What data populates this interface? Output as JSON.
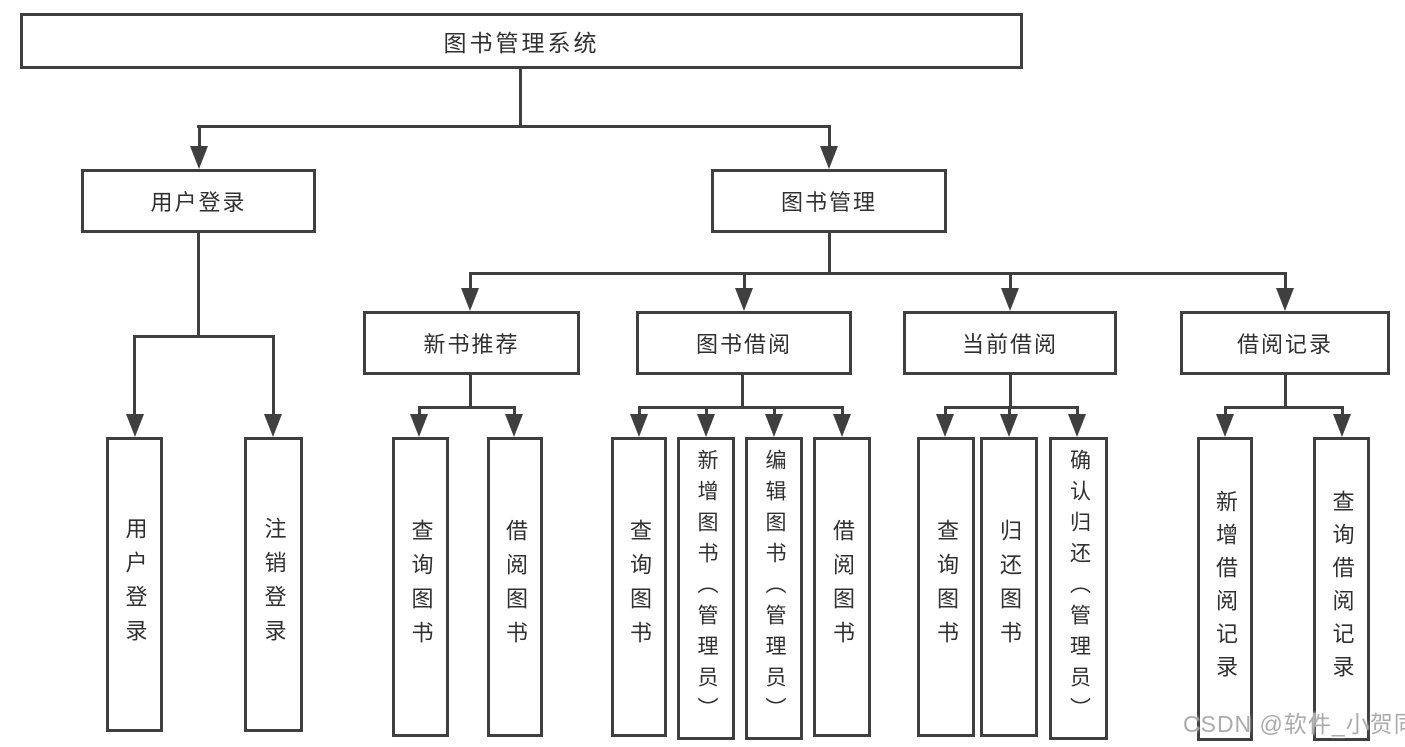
{
  "diagram": {
    "root_label": "图书管理系统",
    "level2": {
      "user_login": "用户登录",
      "book_mgmt": "图书管理"
    },
    "level3": {
      "new_books": "新书推荐",
      "book_borrow": "图书借阅",
      "current_borrow": "当前借阅",
      "borrow_records": "借阅记录"
    },
    "leaves": {
      "user_login": [
        "用户登录",
        "注销登录"
      ],
      "new_books": [
        "查询图书",
        "借阅图书"
      ],
      "book_borrow": [
        "查询图书",
        "新增图书（管理员）",
        "编辑图书（管理员）",
        "借阅图书"
      ],
      "current_borrow": [
        "查询图书",
        "归还图书",
        "确认归还（管理员）"
      ],
      "borrow_records": [
        "新增借阅记录",
        "查询借阅记录"
      ]
    },
    "watermark": "CSDN @软件_小贺同学"
  },
  "colors": {
    "line": "#3f3f3f",
    "text": "#303030",
    "watermark": "#ababab",
    "background": "#ffffff"
  }
}
